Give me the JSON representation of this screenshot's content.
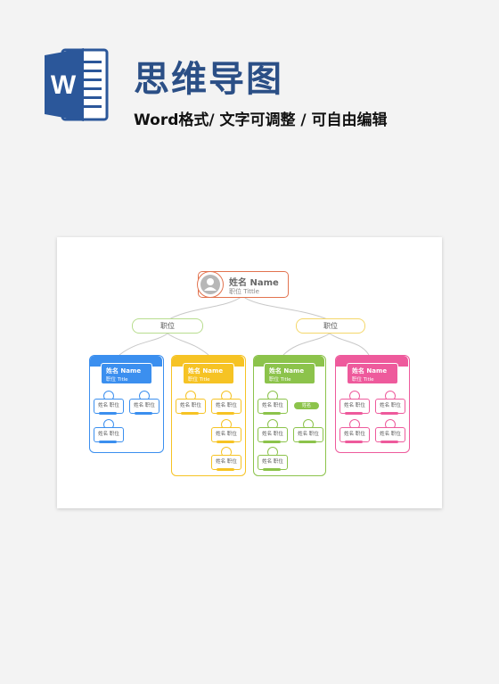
{
  "header": {
    "title": "思维导图",
    "subtitle": "Word格式/ 文字可调整 / 可自由编辑",
    "logo_letter": "W",
    "logo_color": "#2b579a"
  },
  "chart": {
    "root": {
      "name": "姓名 Name",
      "role": "职位 Tittle"
    },
    "level2": [
      "职位",
      "职位"
    ],
    "departments": [
      {
        "color": "#3b8fef",
        "name": "姓名 Name",
        "role": "职位 Title"
      },
      {
        "color": "#f6c324",
        "name": "姓名 Name",
        "role": "职位 Title"
      },
      {
        "color": "#8cc34b",
        "name": "姓名 Name",
        "role": "职位 Title"
      },
      {
        "color": "#ee5a9c",
        "name": "姓名 Name",
        "role": "职位 Title"
      }
    ],
    "member_label": "姓名  职位",
    "highlight_label": "姓名"
  }
}
